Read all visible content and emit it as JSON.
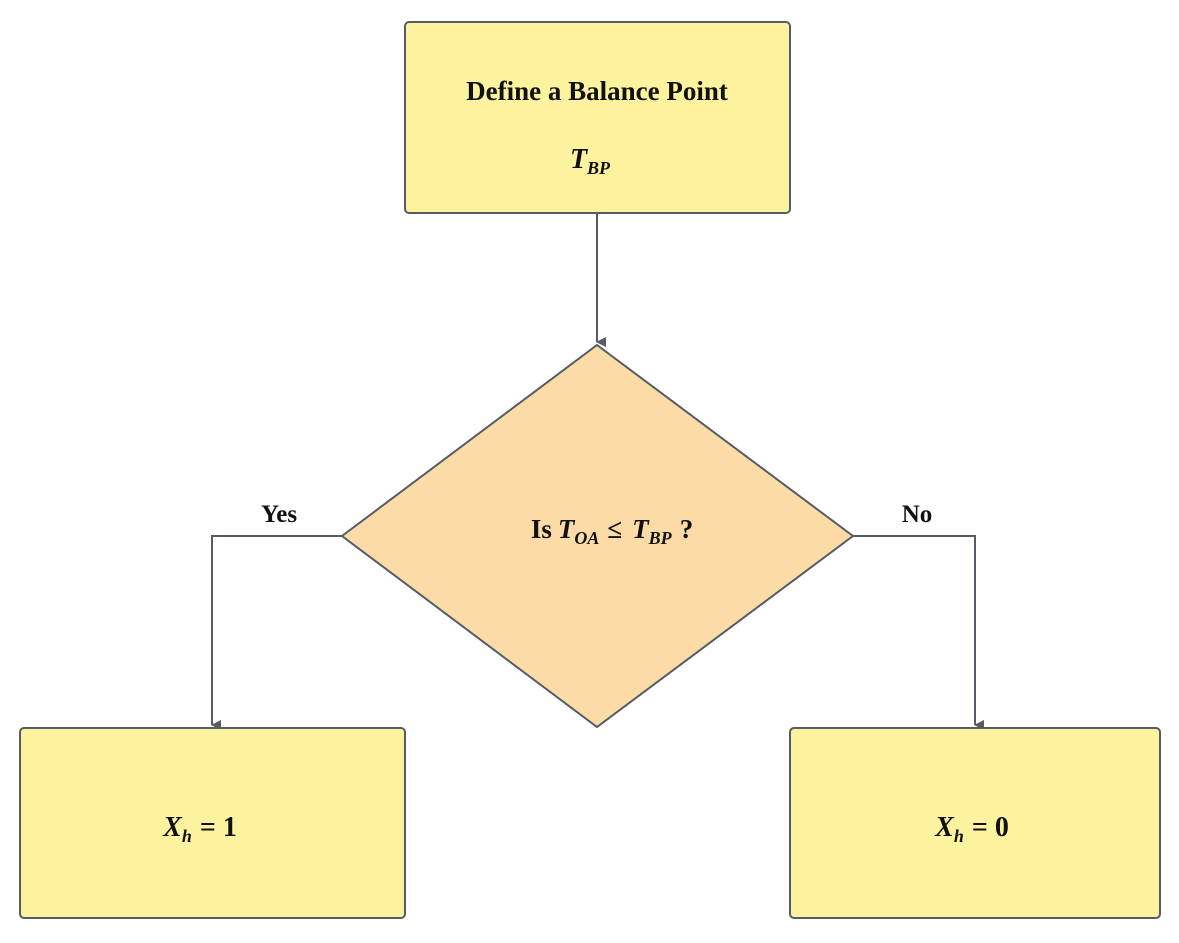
{
  "colors": {
    "process_fill": "#fdf39f",
    "decision_fill": "#fcdba7",
    "stroke": "#555c66"
  },
  "start": {
    "title": "Define a Balance Point",
    "var": "T",
    "var_sub": "BP"
  },
  "decision": {
    "prefix": "Is",
    "lhs": "T",
    "lhs_sub": "OA",
    "op": "≤",
    "rhs": "T",
    "rhs_sub": "BP",
    "suffix": "?"
  },
  "yes_label": "Yes",
  "no_label": "No",
  "yes_result": {
    "var": "X",
    "sub": "h",
    "eq": "= 1"
  },
  "no_result": {
    "var": "X",
    "sub": "h",
    "eq": "= 0"
  }
}
